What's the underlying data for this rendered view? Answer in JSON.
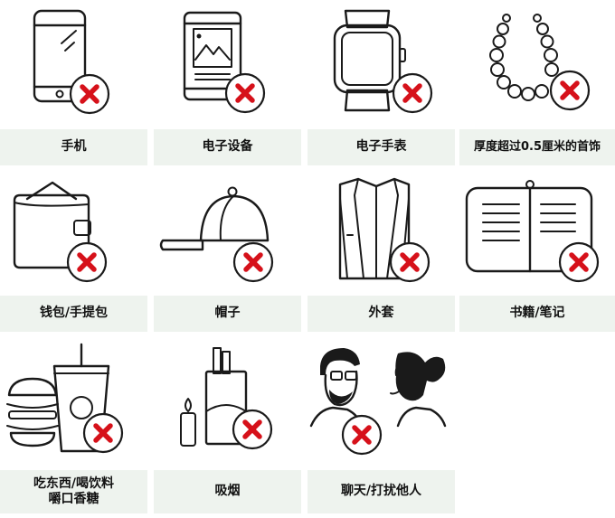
{
  "colors": {
    "label_background": "#eef3ee",
    "prohibition_x": "#d6111a",
    "line": "#1a1a1a"
  },
  "items": [
    {
      "label": "手机",
      "icon": "mobile-phone-icon"
    },
    {
      "label": "电子设备",
      "icon": "tablet-icon"
    },
    {
      "label": "电子手表",
      "icon": "smartwatch-icon"
    },
    {
      "label": "厚度超过0.5厘米的首饰",
      "icon": "bead-necklace-icon"
    },
    {
      "label": "钱包/手提包",
      "icon": "wallet-icon"
    },
    {
      "label": "帽子",
      "icon": "cap-icon"
    },
    {
      "label": "外套",
      "icon": "coat-icon"
    },
    {
      "label": "书籍/笔记",
      "icon": "notebook-icon"
    },
    {
      "label": "吃东西/喝饮料\n嚼口香糖",
      "icon": "burger-drink-icon"
    },
    {
      "label": "吸烟",
      "icon": "cigarettes-lighter-icon"
    },
    {
      "label": "聊天/打扰他人",
      "icon": "people-chatting-icon"
    }
  ],
  "prohibited_mark": "prohibited-x-icon"
}
